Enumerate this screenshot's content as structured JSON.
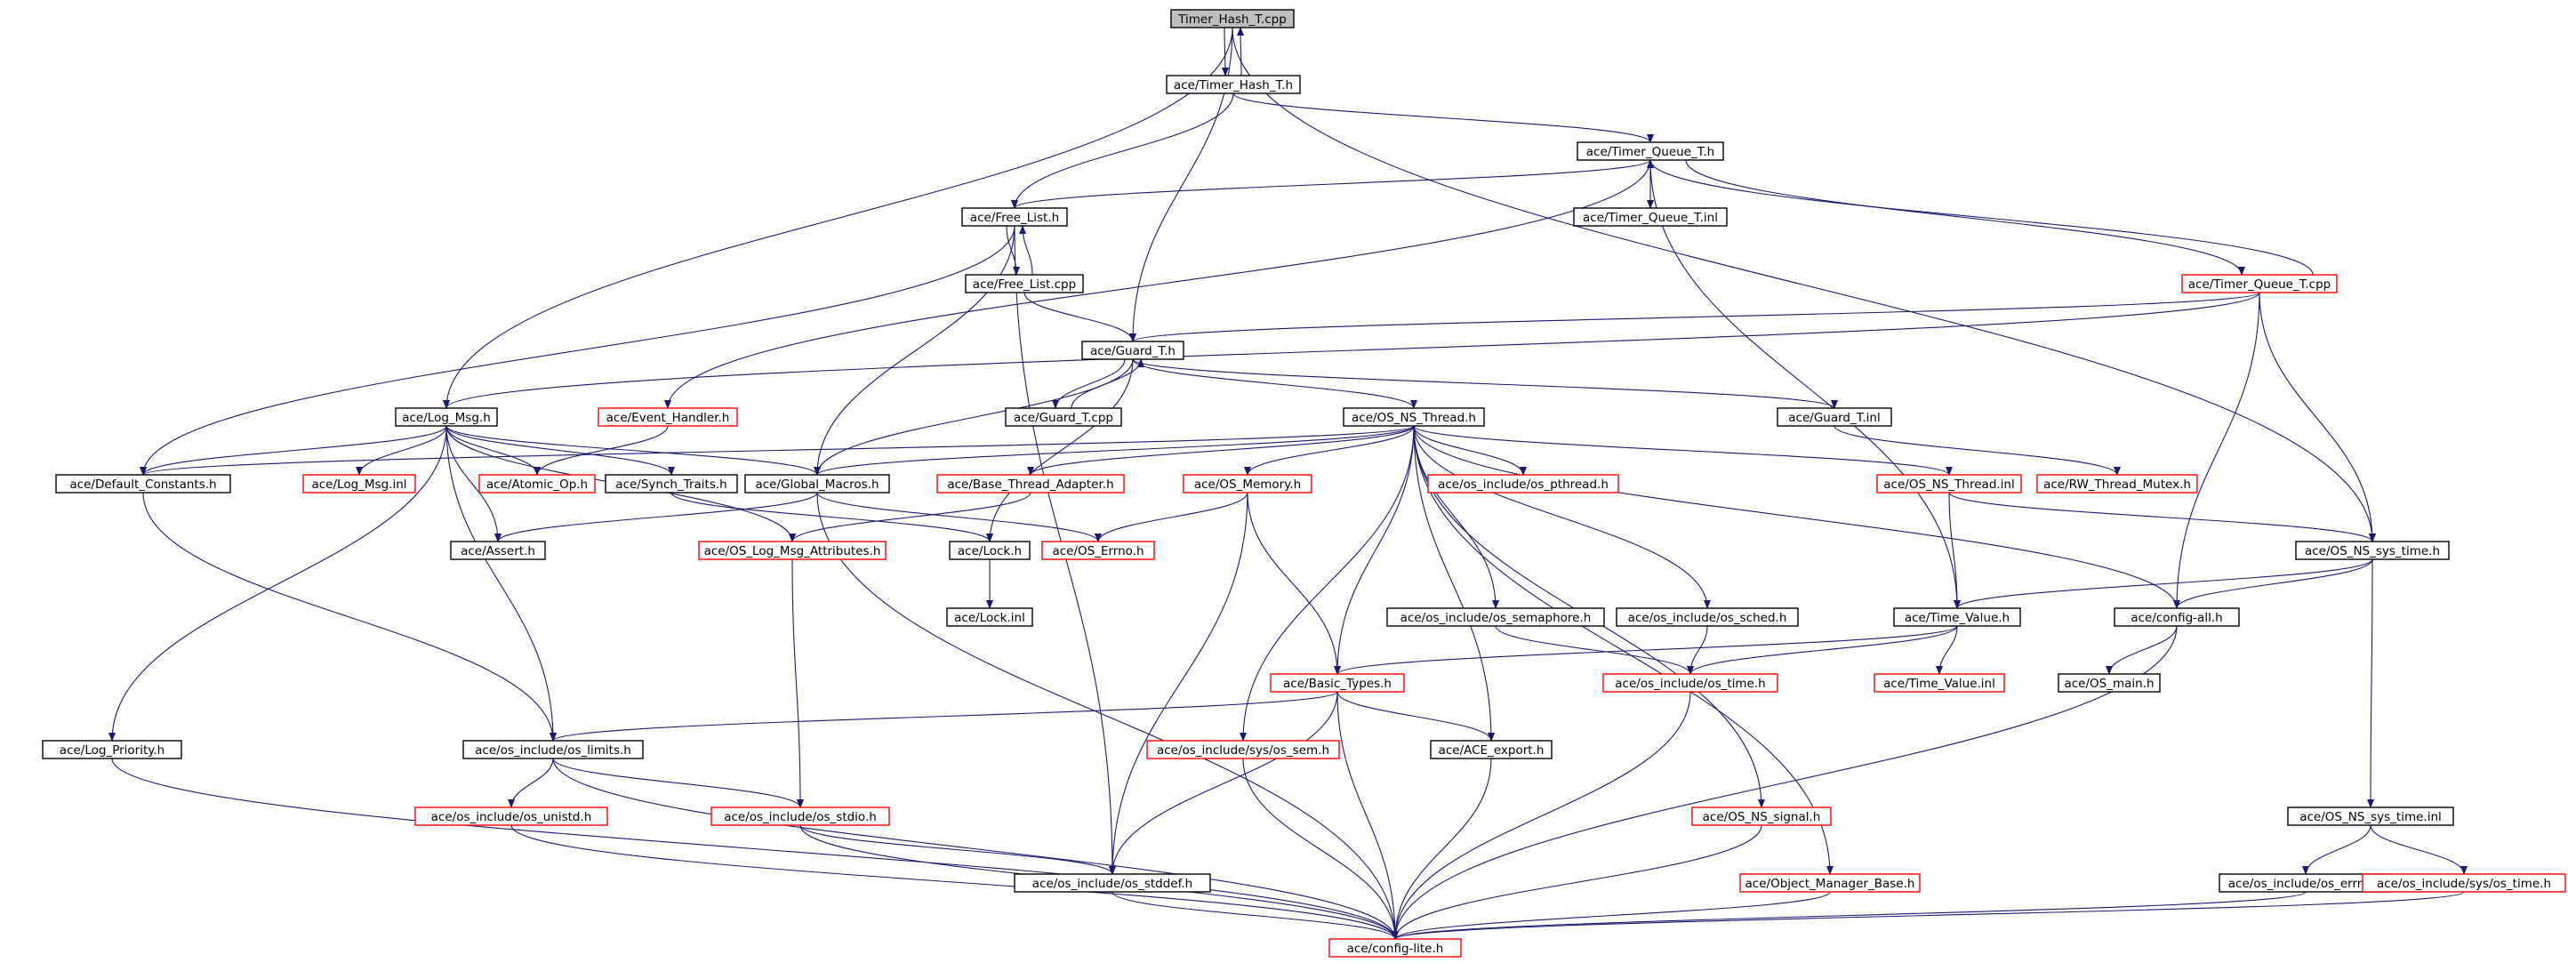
{
  "theme": {
    "edge_color": "#191970",
    "root_fill": "#bfbfbf",
    "node_fill": "#ffffff",
    "node_border_black": "#000000",
    "node_border_red": "#ff0000"
  },
  "nodes": [
    {
      "id": "timer_hash_t_cpp",
      "label": "Timer_Hash_T.cpp",
      "style": "root"
    },
    {
      "id": "timer_hash_t_h",
      "label": "ace/Timer_Hash_T.h",
      "style": "black"
    },
    {
      "id": "timer_queue_t_h",
      "label": "ace/Timer_Queue_T.h",
      "style": "black"
    },
    {
      "id": "free_list_h",
      "label": "ace/Free_List.h",
      "style": "black"
    },
    {
      "id": "timer_queue_t_inl",
      "label": "ace/Timer_Queue_T.inl",
      "style": "black"
    },
    {
      "id": "free_list_cpp",
      "label": "ace/Free_List.cpp",
      "style": "black"
    },
    {
      "id": "timer_queue_t_cpp",
      "label": "ace/Timer_Queue_T.cpp",
      "style": "red"
    },
    {
      "id": "guard_t_h",
      "label": "ace/Guard_T.h",
      "style": "black"
    },
    {
      "id": "log_msg_h",
      "label": "ace/Log_Msg.h",
      "style": "black"
    },
    {
      "id": "event_handler_h",
      "label": "ace/Event_Handler.h",
      "style": "red"
    },
    {
      "id": "guard_t_cpp",
      "label": "ace/Guard_T.cpp",
      "style": "black"
    },
    {
      "id": "os_ns_thread_h",
      "label": "ace/OS_NS_Thread.h",
      "style": "black"
    },
    {
      "id": "guard_t_inl",
      "label": "ace/Guard_T.inl",
      "style": "black"
    },
    {
      "id": "default_constants_h",
      "label": "ace/Default_Constants.h",
      "style": "black"
    },
    {
      "id": "log_msg_inl",
      "label": "ace/Log_Msg.inl",
      "style": "red"
    },
    {
      "id": "atomic_op_h",
      "label": "ace/Atomic_Op.h",
      "style": "red"
    },
    {
      "id": "synch_traits_h",
      "label": "ace/Synch_Traits.h",
      "style": "black"
    },
    {
      "id": "global_macros_h",
      "label": "ace/Global_Macros.h",
      "style": "black"
    },
    {
      "id": "base_thread_adapter_h",
      "label": "ace/Base_Thread_Adapter.h",
      "style": "red"
    },
    {
      "id": "os_memory_h",
      "label": "ace/OS_Memory.h",
      "style": "red"
    },
    {
      "id": "os_pthread_h",
      "label": "ace/os_include/os_pthread.h",
      "style": "red"
    },
    {
      "id": "os_ns_thread_inl",
      "label": "ace/OS_NS_Thread.inl",
      "style": "red"
    },
    {
      "id": "rw_thread_mutex_h",
      "label": "ace/RW_Thread_Mutex.h",
      "style": "red"
    },
    {
      "id": "assert_h",
      "label": "ace/Assert.h",
      "style": "black"
    },
    {
      "id": "os_log_msg_attributes_h",
      "label": "ace/OS_Log_Msg_Attributes.h",
      "style": "red"
    },
    {
      "id": "lock_h",
      "label": "ace/Lock.h",
      "style": "black"
    },
    {
      "id": "os_errno_h",
      "label": "ace/OS_Errno.h",
      "style": "red"
    },
    {
      "id": "os_ns_sys_time_h",
      "label": "ace/OS_NS_sys_time.h",
      "style": "black"
    },
    {
      "id": "lock_inl",
      "label": "ace/Lock.inl",
      "style": "black"
    },
    {
      "id": "os_semaphore_h",
      "label": "ace/os_include/os_semaphore.h",
      "style": "black"
    },
    {
      "id": "os_sched_h",
      "label": "ace/os_include/os_sched.h",
      "style": "black"
    },
    {
      "id": "time_value_h",
      "label": "ace/Time_Value.h",
      "style": "black"
    },
    {
      "id": "config_all_h",
      "label": "ace/config-all.h",
      "style": "black"
    },
    {
      "id": "basic_types_h",
      "label": "ace/Basic_Types.h",
      "style": "red"
    },
    {
      "id": "os_time_h",
      "label": "ace/os_include/os_time.h",
      "style": "red"
    },
    {
      "id": "time_value_inl",
      "label": "ace/Time_Value.inl",
      "style": "red"
    },
    {
      "id": "os_main_h",
      "label": "ace/OS_main.h",
      "style": "black"
    },
    {
      "id": "log_priority_h",
      "label": "ace/Log_Priority.h",
      "style": "black"
    },
    {
      "id": "os_limits_h",
      "label": "ace/os_include/os_limits.h",
      "style": "black"
    },
    {
      "id": "os_sem_h",
      "label": "ace/os_include/sys/os_sem.h",
      "style": "red"
    },
    {
      "id": "ace_export_h",
      "label": "ace/ACE_export.h",
      "style": "black"
    },
    {
      "id": "os_unistd_h",
      "label": "ace/os_include/os_unistd.h",
      "style": "red"
    },
    {
      "id": "os_stdio_h",
      "label": "ace/os_include/os_stdio.h",
      "style": "red"
    },
    {
      "id": "os_ns_signal_h",
      "label": "ace/OS_NS_signal.h",
      "style": "red"
    },
    {
      "id": "os_ns_sys_time_inl",
      "label": "ace/OS_NS_sys_time.inl",
      "style": "black"
    },
    {
      "id": "os_stddef_h",
      "label": "ace/os_include/os_stddef.h",
      "style": "black"
    },
    {
      "id": "object_manager_base_h",
      "label": "ace/Object_Manager_Base.h",
      "style": "red"
    },
    {
      "id": "os_errno_inc_h",
      "label": "ace/os_include/os_errno.h",
      "style": "black"
    },
    {
      "id": "sys_os_time_h",
      "label": "ace/os_include/sys/os_time.h",
      "style": "red"
    },
    {
      "id": "config_lite_h",
      "label": "ace/config-lite.h",
      "style": "red"
    }
  ],
  "edges": [
    [
      "timer_hash_t_cpp",
      "timer_hash_t_h"
    ],
    [
      "timer_hash_t_h",
      "timer_hash_t_cpp"
    ],
    [
      "timer_hash_t_cpp",
      "log_msg_h"
    ],
    [
      "timer_hash_t_cpp",
      "guard_t_h"
    ],
    [
      "timer_hash_t_cpp",
      "os_ns_sys_time_h"
    ],
    [
      "timer_hash_t_h",
      "timer_queue_t_h"
    ],
    [
      "timer_hash_t_h",
      "free_list_h"
    ],
    [
      "timer_queue_t_h",
      "free_list_h"
    ],
    [
      "timer_queue_t_h",
      "timer_queue_t_inl"
    ],
    [
      "timer_queue_t_h",
      "event_handler_h"
    ],
    [
      "timer_queue_t_h",
      "time_value_h"
    ],
    [
      "timer_queue_t_h",
      "timer_queue_t_cpp"
    ],
    [
      "timer_queue_t_cpp",
      "timer_queue_t_h"
    ],
    [
      "timer_queue_t_cpp",
      "guard_t_h"
    ],
    [
      "timer_queue_t_cpp",
      "log_msg_h"
    ],
    [
      "timer_queue_t_cpp",
      "os_ns_sys_time_h"
    ],
    [
      "timer_queue_t_cpp",
      "config_all_h"
    ],
    [
      "free_list_h",
      "free_list_cpp"
    ],
    [
      "free_list_cpp",
      "free_list_h"
    ],
    [
      "free_list_h",
      "global_macros_h"
    ],
    [
      "free_list_h",
      "default_constants_h"
    ],
    [
      "free_list_h",
      "os_stddef_h"
    ],
    [
      "free_list_cpp",
      "guard_t_h"
    ],
    [
      "guard_t_h",
      "guard_t_cpp"
    ],
    [
      "guard_t_cpp",
      "guard_t_h"
    ],
    [
      "guard_t_h",
      "os_ns_thread_h"
    ],
    [
      "guard_t_h",
      "guard_t_inl"
    ],
    [
      "guard_t_h",
      "lock_h"
    ],
    [
      "guard_t_h",
      "global_macros_h"
    ],
    [
      "guard_t_inl",
      "rw_thread_mutex_h"
    ],
    [
      "event_handler_h",
      "atomic_op_h"
    ],
    [
      "log_msg_h",
      "default_constants_h"
    ],
    [
      "log_msg_h",
      "log_msg_inl"
    ],
    [
      "log_msg_h",
      "atomic_op_h"
    ],
    [
      "log_msg_h",
      "synch_traits_h"
    ],
    [
      "log_msg_h",
      "global_macros_h"
    ],
    [
      "log_msg_h",
      "assert_h"
    ],
    [
      "log_msg_h",
      "os_log_msg_attributes_h"
    ],
    [
      "log_msg_h",
      "log_priority_h"
    ],
    [
      "log_msg_h",
      "os_limits_h"
    ],
    [
      "os_ns_thread_h",
      "default_constants_h"
    ],
    [
      "os_ns_thread_h",
      "global_macros_h"
    ],
    [
      "os_ns_thread_h",
      "base_thread_adapter_h"
    ],
    [
      "os_ns_thread_h",
      "os_memory_h"
    ],
    [
      "os_ns_thread_h",
      "os_pthread_h"
    ],
    [
      "os_ns_thread_h",
      "os_ns_thread_inl"
    ],
    [
      "os_ns_thread_h",
      "basic_types_h"
    ],
    [
      "os_ns_thread_h",
      "os_semaphore_h"
    ],
    [
      "os_ns_thread_h",
      "os_sched_h"
    ],
    [
      "os_ns_thread_h",
      "config_all_h"
    ],
    [
      "os_ns_thread_h",
      "ace_export_h"
    ],
    [
      "os_ns_thread_h",
      "os_sem_h"
    ],
    [
      "os_ns_thread_h",
      "os_ns_signal_h"
    ],
    [
      "os_ns_thread_h",
      "object_manager_base_h"
    ],
    [
      "os_ns_thread_inl",
      "time_value_h"
    ],
    [
      "os_ns_thread_inl",
      "os_ns_sys_time_h"
    ],
    [
      "synch_traits_h",
      "lock_h"
    ],
    [
      "global_macros_h",
      "assert_h"
    ],
    [
      "global_macros_h",
      "os_errno_h"
    ],
    [
      "global_macros_h",
      "config_lite_h"
    ],
    [
      "base_thread_adapter_h",
      "os_log_msg_attributes_h"
    ],
    [
      "os_memory_h",
      "os_errno_h"
    ],
    [
      "os_memory_h",
      "basic_types_h"
    ],
    [
      "os_memory_h",
      "os_stddef_h"
    ],
    [
      "lock_h",
      "lock_inl"
    ],
    [
      "default_constants_h",
      "os_limits_h"
    ],
    [
      "os_log_msg_attributes_h",
      "os_stdio_h"
    ],
    [
      "os_ns_sys_time_h",
      "time_value_h"
    ],
    [
      "os_ns_sys_time_h",
      "config_all_h"
    ],
    [
      "os_ns_sys_time_h",
      "os_ns_sys_time_inl"
    ],
    [
      "os_semaphore_h",
      "os_time_h"
    ],
    [
      "os_sched_h",
      "os_time_h"
    ],
    [
      "time_value_h",
      "basic_types_h"
    ],
    [
      "time_value_h",
      "os_time_h"
    ],
    [
      "time_value_h",
      "time_value_inl"
    ],
    [
      "config_all_h",
      "os_main_h"
    ],
    [
      "config_all_h",
      "config_lite_h"
    ],
    [
      "basic_types_h",
      "os_limits_h"
    ],
    [
      "basic_types_h",
      "ace_export_h"
    ],
    [
      "basic_types_h",
      "os_stddef_h"
    ],
    [
      "basic_types_h",
      "config_lite_h"
    ],
    [
      "os_time_h",
      "config_lite_h"
    ],
    [
      "log_priority_h",
      "config_lite_h"
    ],
    [
      "os_limits_h",
      "os_unistd_h"
    ],
    [
      "os_limits_h",
      "os_stdio_h"
    ],
    [
      "os_limits_h",
      "config_lite_h"
    ],
    [
      "os_sem_h",
      "config_lite_h"
    ],
    [
      "ace_export_h",
      "config_lite_h"
    ],
    [
      "os_unistd_h",
      "config_lite_h"
    ],
    [
      "os_stdio_h",
      "os_stddef_h"
    ],
    [
      "os_stdio_h",
      "config_lite_h"
    ],
    [
      "os_stddef_h",
      "config_lite_h"
    ],
    [
      "os_ns_signal_h",
      "config_lite_h"
    ],
    [
      "object_manager_base_h",
      "config_lite_h"
    ],
    [
      "os_ns_sys_time_inl",
      "os_errno_inc_h"
    ],
    [
      "os_ns_sys_time_inl",
      "sys_os_time_h"
    ],
    [
      "os_errno_inc_h",
      "config_lite_h"
    ],
    [
      "sys_os_time_h",
      "config_lite_h"
    ]
  ]
}
